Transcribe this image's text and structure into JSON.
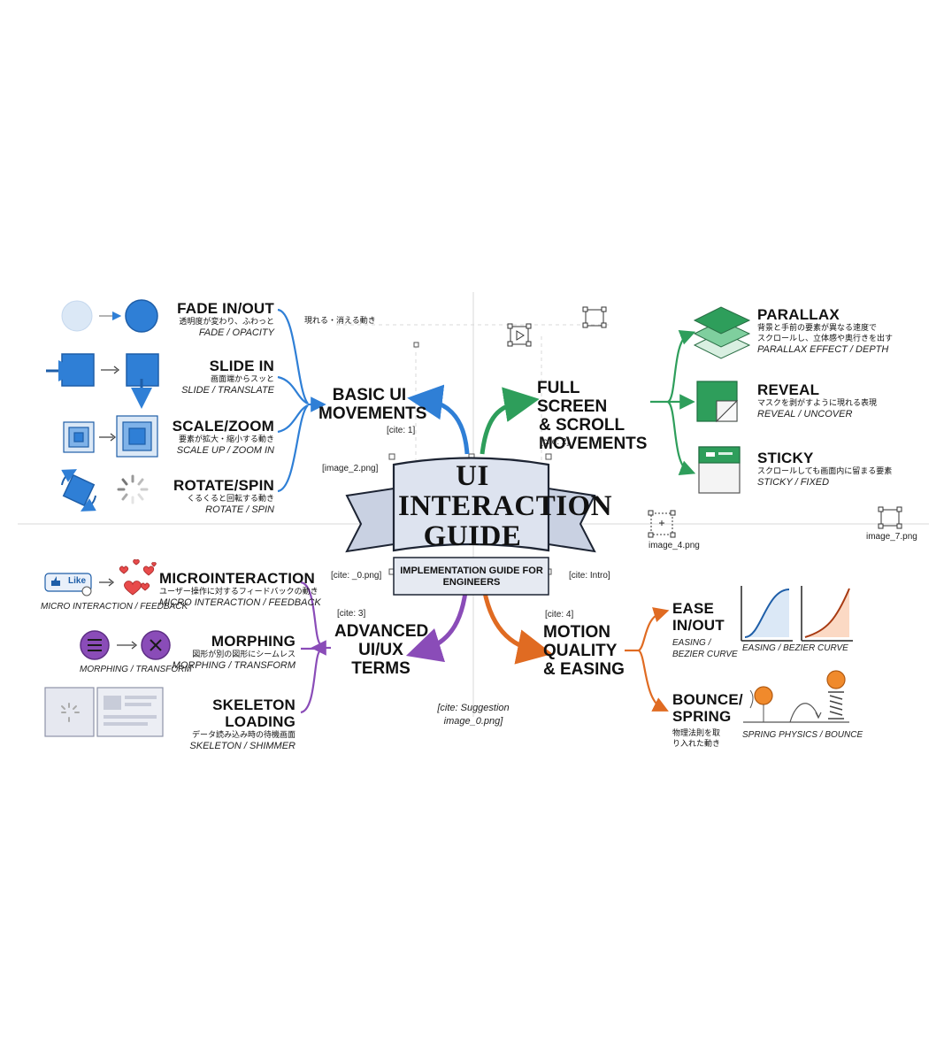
{
  "center": {
    "title_line1": "UI",
    "title_line2": "INTERACTION",
    "title_line3": "GUIDE",
    "subtitle_line1": "IMPLEMENTATION GUIDE FOR",
    "subtitle_line2": "ENGINEERS"
  },
  "categories": {
    "basic": {
      "line1": "BASIC UI",
      "line2": "MOVEMENTS",
      "cite": "[cite: 1]"
    },
    "scroll": {
      "line1": "FULL SCREEN",
      "line2": "& SCROLL",
      "line3": "MOVEMENTS",
      "cite": "[cite: 2]"
    },
    "advanced": {
      "line1": "ADVANCED",
      "line2": "UI/UX",
      "line3": "TERMS",
      "cite": "[cite: 3]"
    },
    "motion": {
      "line1": "MOTION",
      "line2": "QUALITY",
      "line3": "& EASING",
      "cite": "[cite: 4]"
    }
  },
  "basic_items": [
    {
      "title": "FADE IN/OUT",
      "jp": "透明度が変わり、ふわっと",
      "en": "FADE / OPACITY"
    },
    {
      "title": "SLIDE IN",
      "jp": "画面端からスッと",
      "en": "SLIDE / TRANSLATE"
    },
    {
      "title": "SCALE/ZOOM",
      "jp": "要素が拡大・縮小する動き",
      "en": "SCALE UP / ZOOM IN"
    },
    {
      "title": "ROTATE/SPIN",
      "jp": "くるくると回転する動き",
      "en": "ROTATE / SPIN"
    }
  ],
  "basic_note": "現れる・消える動き",
  "scroll_items": [
    {
      "title": "PARALLAX",
      "jp1": "背景と手前の要素が異なる速度で",
      "jp2": "スクロールし、立体感や奥行きを出す",
      "en": "PARALLAX EFFECT / DEPTH"
    },
    {
      "title": "REVEAL",
      "jp1": "マスクを剥がすように現れる表現",
      "en": "REVEAL / UNCOVER"
    },
    {
      "title": "STICKY",
      "jp1": "スクロールしても画面内に留まる要素",
      "en": "STICKY / FIXED"
    }
  ],
  "advanced_items": [
    {
      "title": "MICROINTERACTION",
      "jp": "ユーザー操作に対するフィードバックの動き",
      "en": "MICRO INTERACTION / FEEDBACK",
      "icon_label": "MICRO INTERACTION / FEEDBACK",
      "like": "Like"
    },
    {
      "title": "MORPHING",
      "jp": "図形が別の図形にシームレス",
      "en": "MORPHING / TRANSFORM",
      "icon_label": "MORPHING / TRANSFORM"
    },
    {
      "title": "SKELETON LOADING",
      "jp": "データ読み込み時の待機画面",
      "en": "SKELETON / SHIMMER"
    }
  ],
  "motion_items": [
    {
      "title1": "EASE",
      "title2": "IN/OUT",
      "en1": "EASING /",
      "en2": "BEZIER CURVE",
      "chart_label": "EASING / BEZIER CURVE"
    },
    {
      "title1": "BOUNCE/",
      "title2": "SPRING",
      "jp1": "物理法則を取",
      "jp2": "り入れた動き",
      "chart_label": "SPRING PHYSICS / BOUNCE"
    }
  ],
  "annotations": {
    "image_2": "[image_2.png]",
    "cite_0": "[cite: _0.png]",
    "cite_intro": "[cite: Intro]",
    "suggestion1": "[cite: Suggestion",
    "suggestion2": "image_0.png]",
    "image_4": "image_4.png",
    "image_7": "image_7.png"
  },
  "colors": {
    "blue": "#2f7fd6",
    "green": "#2e9e5b",
    "purple": "#8a4cb8",
    "orange": "#e06b22",
    "banner_fill": "#dde3ef",
    "banner_stroke": "#1d2433"
  }
}
